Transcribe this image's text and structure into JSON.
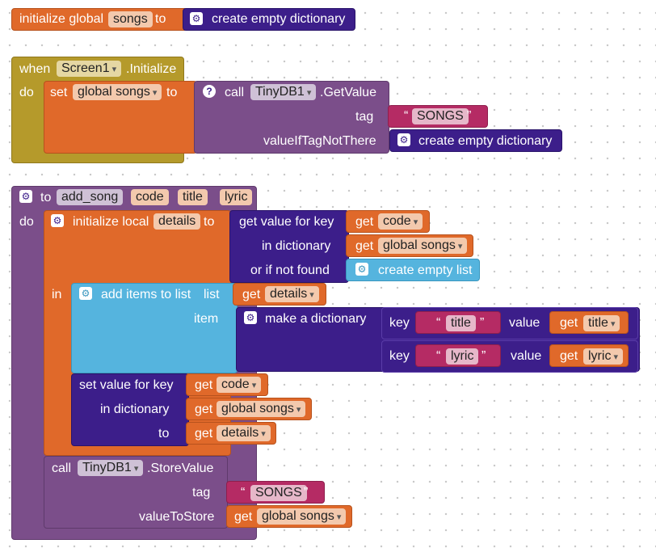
{
  "block_initialize_global": {
    "label": "initialize global",
    "var_name": "songs",
    "to_label": "to",
    "value_label": "create empty dictionary"
  },
  "block_screen_init": {
    "when_label": "when",
    "component": "Screen1",
    "event": ".Initialize",
    "do_label": "do",
    "set_label": "set",
    "set_var": "global songs",
    "to_label": "to",
    "call_label": "call",
    "db_component": "TinyDB1",
    "method": ".GetValue",
    "tag_label": "tag",
    "tag_value": "SONGS",
    "value_if_label": "valueIfTagNotThere",
    "value_if_value": "create empty dictionary"
  },
  "block_procedure": {
    "to_label": "to",
    "name": "add_song",
    "params": [
      "code",
      "title",
      "lyric"
    ],
    "do_label": "do",
    "init_local_label": "initialize local",
    "local_var": "details",
    "init_to_label": "to",
    "get_value_for_key_label": "get value for key",
    "get_label": "get",
    "key_get": "code",
    "in_dictionary_label": "in dictionary",
    "dict_get": "global songs",
    "or_if_not_found_label": "or if not found",
    "empty_list_label": "create empty list",
    "in_label": "in",
    "add_items_label": "add items to list",
    "list_label": "list",
    "list_get": "details",
    "item_label": "item",
    "make_dict_label": "make a dictionary",
    "key_label": "key",
    "value_label": "value",
    "pair1_key": "title",
    "pair1_value_get": "title",
    "pair2_key": "lyric",
    "pair2_value_get": "lyric",
    "set_value_for_key_label": "set value for key",
    "set_key_get": "code",
    "set_in_dictionary_label": "in dictionary",
    "set_dict_get": "global songs",
    "set_to_label": "to",
    "set_to_get": "details",
    "call_label": "call",
    "db_component": "TinyDB1",
    "store_method": ".StoreValue",
    "tag_label": "tag",
    "tag_value": "SONGS",
    "value_to_store_label": "valueToStore",
    "store_get": "global songs"
  },
  "icons": [
    "gear-icon",
    "help-icon"
  ],
  "colors": {
    "variables": "#e0692a",
    "procedures": "#7b4e8a",
    "dictionaries": "#3c1e8a",
    "events": "#b59a2b",
    "lists": "#55b4de",
    "text": "#b52b64"
  }
}
